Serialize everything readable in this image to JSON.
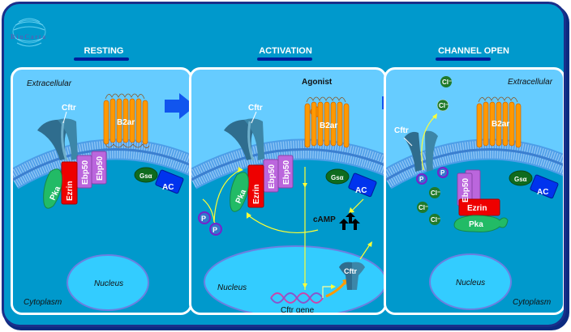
{
  "brand": {
    "name": "BioCarta"
  },
  "stages": [
    {
      "id": "resting",
      "title": "RESTING"
    },
    {
      "id": "activation",
      "title": "ACTIVATION"
    },
    {
      "id": "channel_open",
      "title": "CHANNEL OPEN"
    }
  ],
  "labels": {
    "extracellular": "Extracellular",
    "cytoplasm": "Cytoplasm",
    "nucleus": "Nucleus",
    "agonist": "Agonist",
    "camp": "cAMP",
    "cftr_gene": "Cftr gene"
  },
  "proteins": {
    "cftr": "Cftr",
    "b2ar": "B2ar",
    "gsa": "Gsα",
    "ac": "AC",
    "ezrin": "Ezrin",
    "ebp50": "Ebp50",
    "pka": "Pka",
    "phosphate": "P",
    "chloride": "Cl⁻"
  },
  "colors": {
    "background": "#0099cc",
    "frame_border": "#1a2f8a",
    "extracellular": "#66ccff",
    "cytoplasm": "#0099cc",
    "nucleus": "#33ccff",
    "cftr": "#2b6f8f",
    "b2ar": "#ff9900",
    "gsa": "#0f6b1e",
    "ac": "#0033ee",
    "ezrin": "#ee0000",
    "ebp50": "#bb66dd",
    "pka": "#22bb66",
    "phosphate": "#7722cc",
    "chloride": "#1f7a2a",
    "arrow": "#ffff33",
    "agonist": "#ff9900"
  }
}
